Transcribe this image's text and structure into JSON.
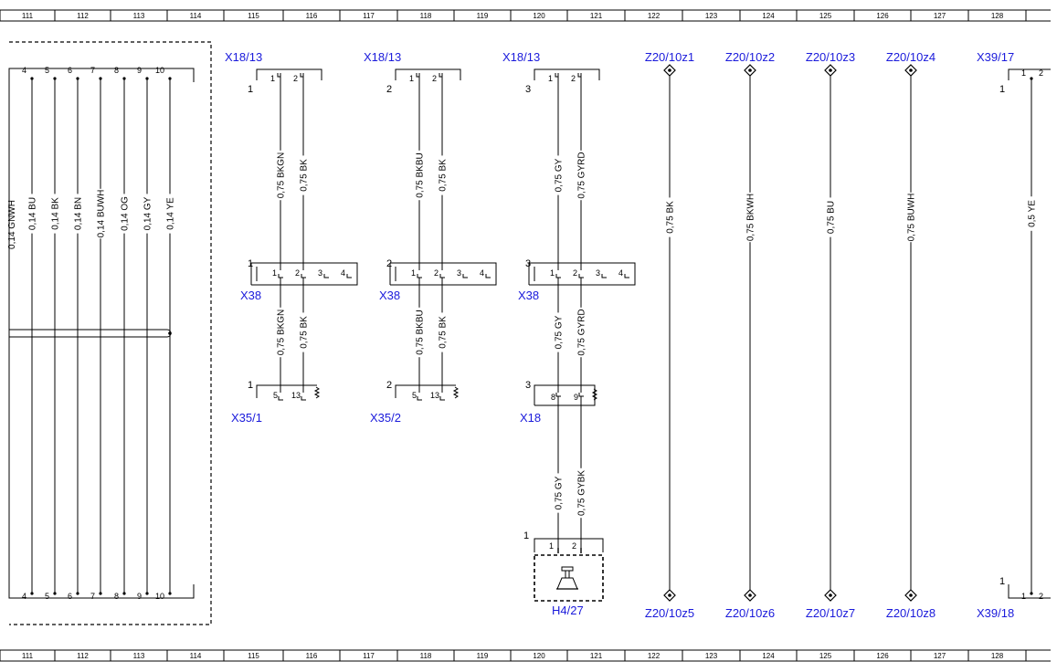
{
  "ruler": [
    "111",
    "112",
    "113",
    "114",
    "115",
    "116",
    "117",
    "118",
    "119",
    "120",
    "121",
    "122",
    "123",
    "124",
    "125",
    "126",
    "127",
    "128"
  ],
  "left_block": {
    "pins": [
      "4",
      "5",
      "6",
      "7",
      "8",
      "9",
      "10"
    ],
    "wires": [
      "0,14 BU",
      "0,14 BK",
      "0,14 BN",
      "0,14 BUWH",
      "0,14 OG",
      "0,14 GY",
      "0,14 YE"
    ],
    "partial_wire": "0,14 GNWH"
  },
  "groups": [
    {
      "top_connector": "X18/13",
      "index": "1",
      "pins_top": [
        "1",
        "2"
      ],
      "wires_upper": [
        "0,75 BKGN",
        "0,75 BK"
      ],
      "mid_connector": "X38",
      "mid_pins": [
        "1",
        "2",
        "3",
        "4"
      ],
      "wires_lower": [
        "0,75 BKGN",
        "0,75 BK"
      ],
      "bottom_connector": "X35/1",
      "bottom_pins": [
        "5",
        "13"
      ]
    },
    {
      "top_connector": "X18/13",
      "index": "2",
      "pins_top": [
        "1",
        "2"
      ],
      "wires_upper": [
        "0,75 BKBU",
        "0,75 BK"
      ],
      "mid_connector": "X38",
      "mid_pins": [
        "1",
        "2",
        "3",
        "4"
      ],
      "wires_lower": [
        "0,75 BKBU",
        "0,75 BK"
      ],
      "bottom_connector": "X35/2",
      "bottom_pins": [
        "5",
        "13"
      ]
    },
    {
      "top_connector": "X18/13",
      "index": "3",
      "pins_top": [
        "1",
        "2"
      ],
      "wires_upper": [
        "0,75 GY",
        "0,75 GYRD"
      ],
      "mid_connector": "X38",
      "mid_pins": [
        "1",
        "2",
        "3",
        "4"
      ],
      "wires_lower": [
        "0,75 GY",
        "0,75 GYRD"
      ],
      "bottom_connector": "X18",
      "bottom_pins": [
        "8",
        "9"
      ],
      "wires_bottom": [
        "0,75 GY",
        "0,75 GYBK"
      ],
      "component": "H4/27",
      "component_pins": [
        "1",
        "2"
      ],
      "component_index": "1"
    }
  ],
  "splices": [
    {
      "top": "Z20/10z1",
      "bottom": "Z20/10z5",
      "wire": "0,75 BK"
    },
    {
      "top": "Z20/10z2",
      "bottom": "Z20/10z6",
      "wire": "0,75 BKWH"
    },
    {
      "top": "Z20/10z3",
      "bottom": "Z20/10z7",
      "wire": "0,75 BU"
    },
    {
      "top": "Z20/10z4",
      "bottom": "Z20/10z8",
      "wire": "0,75 BUWH"
    }
  ],
  "right_connector": {
    "top": "X39/17",
    "bottom": "X39/18",
    "index": "1",
    "pins": [
      "1",
      "2"
    ],
    "wire": "0,5 YE"
  }
}
